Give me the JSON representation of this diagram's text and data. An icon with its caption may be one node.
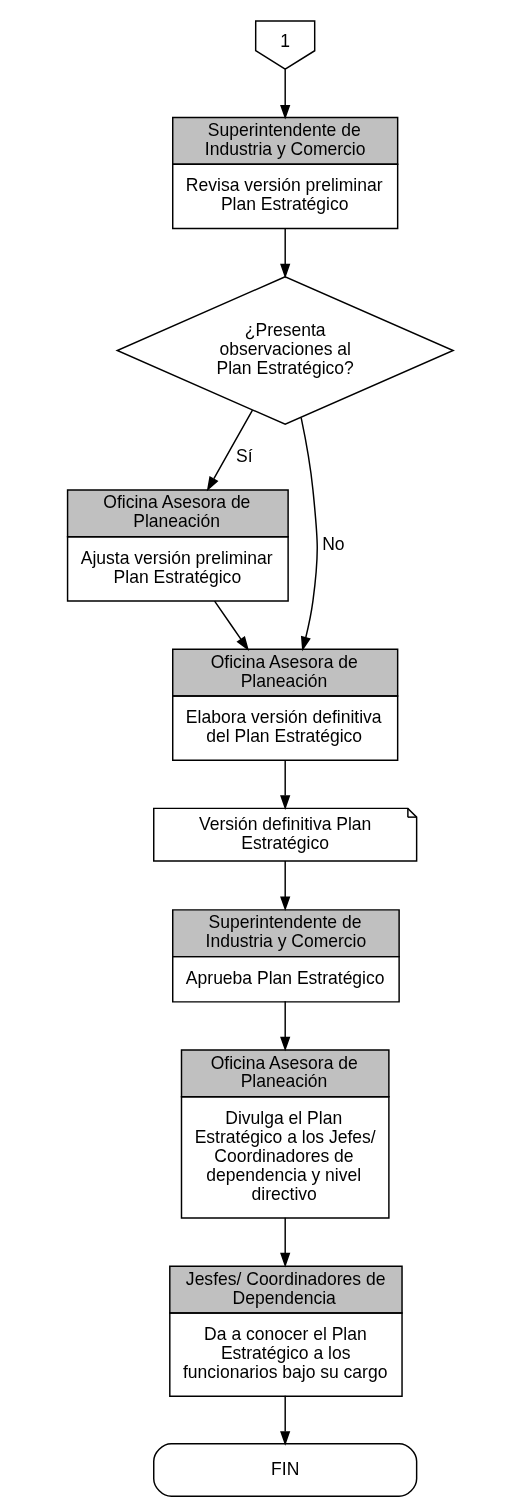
{
  "diagram": {
    "nodes": [
      {
        "text": [
          "1"
        ]
      },
      {
        "text": [
          "Superintendente de Industria y Comercio",
          "Revisa versión preliminar Plan Estratégico"
        ]
      },
      {
        "text": [
          "¿Presenta observaciones al Plan Estratégico?"
        ]
      },
      {
        "text": [
          "Oficina Asesora de Planeación",
          "Ajusta versión preliminar Plan Estratégico"
        ]
      },
      {
        "text": [
          "Oficina Asesora de Planeación",
          "Elabora versión definitiva del Plan Estratégico"
        ]
      },
      {
        "text": [
          "Versión definitiva Plan Estratégico"
        ]
      },
      {
        "text": [
          "Superintendente de Industria y Comercio",
          "Aprueba Plan Estratégico"
        ]
      },
      {
        "text": [
          "Oficina Asesora de Planeación",
          "Divulga el Plan Estratégico a los Jefes/ Coordinadores de dependencia y nivel directivo"
        ]
      },
      {
        "text": [
          "Jesfes/ Coordinadores de Dependencia",
          "Da a conocer el Plan Estratégico a los funcionarios bajo su cargo"
        ]
      },
      {
        "text": [
          "FIN"
        ]
      }
    ],
    "edges": [
      {
        "from": 0,
        "to": 1,
        "arrow": "to"
      },
      {
        "from": 1,
        "to": 2,
        "arrow": "to"
      },
      {
        "from": 2,
        "to": 3,
        "arrow": "to",
        "label": "Sí"
      },
      {
        "from": 2,
        "to": 4,
        "arrow": "to",
        "label": "No"
      },
      {
        "from": 3,
        "to": 4,
        "arrow": "to"
      },
      {
        "from": 4,
        "to": 5,
        "arrow": "to"
      },
      {
        "from": 5,
        "to": 6,
        "arrow": "to"
      },
      {
        "from": 6,
        "to": 7,
        "arrow": "to"
      },
      {
        "from": 7,
        "to": 8,
        "arrow": "to"
      },
      {
        "from": 8,
        "to": 9,
        "arrow": "to"
      }
    ]
  }
}
